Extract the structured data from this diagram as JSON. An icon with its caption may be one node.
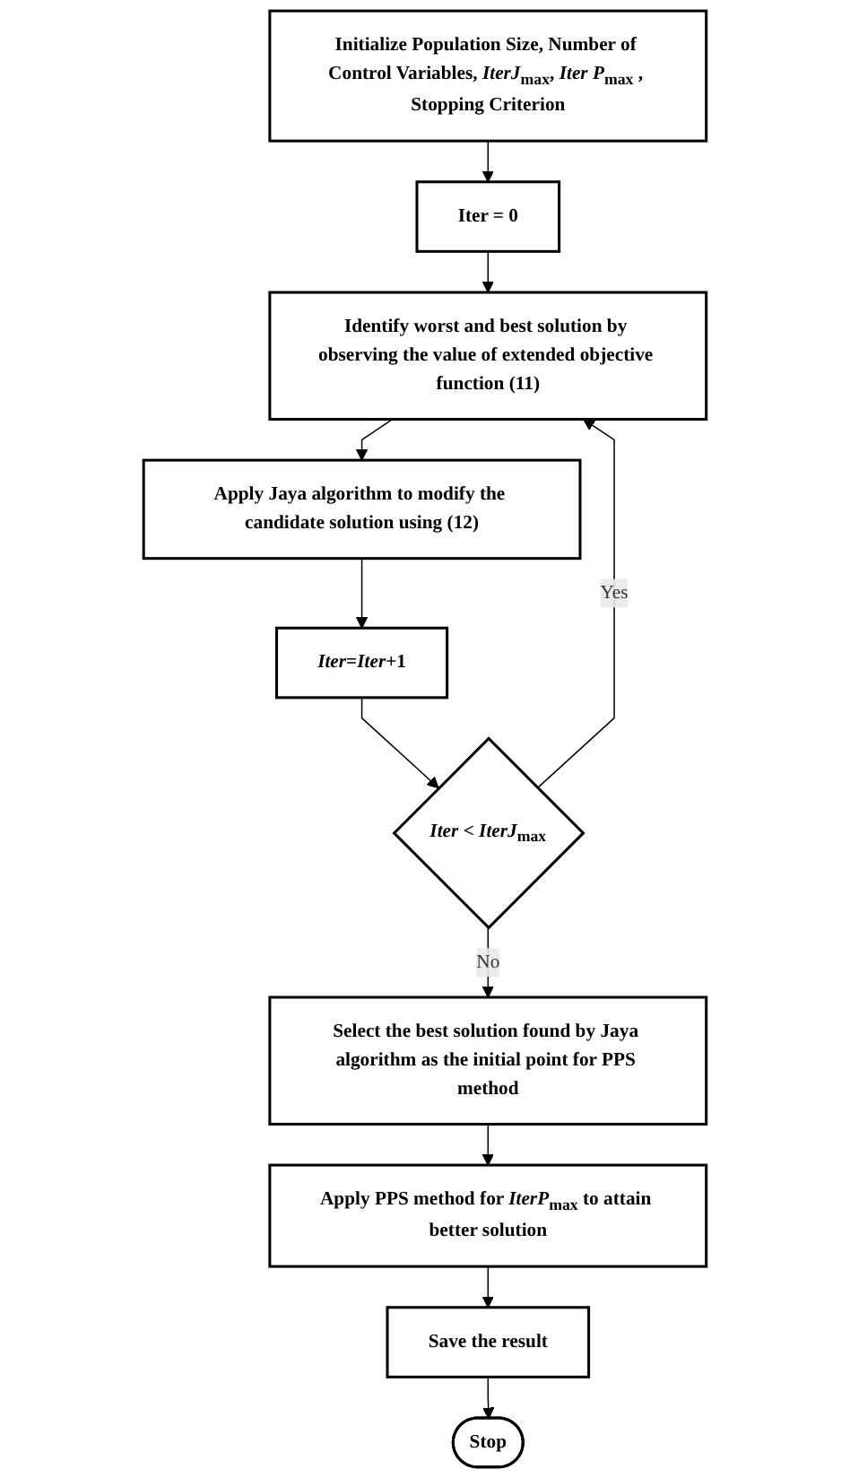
{
  "diagram": {
    "nodes": [
      {
        "text": [
          "Initialize Population Size, Number of Control Variables, *IterJ*$_{max}$, *Iter P*$_{max}$ , Stopping Criterion"
        ]
      },
      {
        "text": [
          "Iter = 0"
        ]
      },
      {
        "text": [
          "Identify worst and best solution by observing the value of extended objective function (11)"
        ]
      },
      {
        "text": [
          "Apply Jaya algorithm to modify the candidate solution using (12)"
        ]
      },
      {
        "text": [
          "*Iter*=*Iter*+1"
        ]
      },
      {
        "text": [
          "*Iter* < *IterJ*$_{max}$"
        ]
      },
      {
        "text": [
          "Select the best solution found by Jaya algorithm as the initial point for PPS method"
        ]
      },
      {
        "text": [
          "Apply PPS method for *IterP*$_{max}$ to attain better solution"
        ]
      },
      {
        "text": [
          "Save the result"
        ]
      },
      {
        "text": [
          "Stop"
        ]
      }
    ],
    "edges": [
      {
        "from": 0,
        "to": 1,
        "arrow": "to"
      },
      {
        "from": 1,
        "to": 2,
        "arrow": "to"
      },
      {
        "from": 2,
        "to": 3,
        "arrow": "to"
      },
      {
        "from": 3,
        "to": 4,
        "arrow": "to"
      },
      {
        "from": 4,
        "to": 5,
        "arrow": "to"
      },
      {
        "from": 5,
        "to": 2,
        "arrow": "to",
        "label": "Yes"
      },
      {
        "from": 5,
        "to": 6,
        "arrow": "to",
        "label": "No"
      },
      {
        "from": 6,
        "to": 7,
        "arrow": "to"
      },
      {
        "from": 7,
        "to": 8,
        "arrow": "to"
      },
      {
        "from": 8,
        "to": 9,
        "arrow": "to"
      }
    ]
  }
}
